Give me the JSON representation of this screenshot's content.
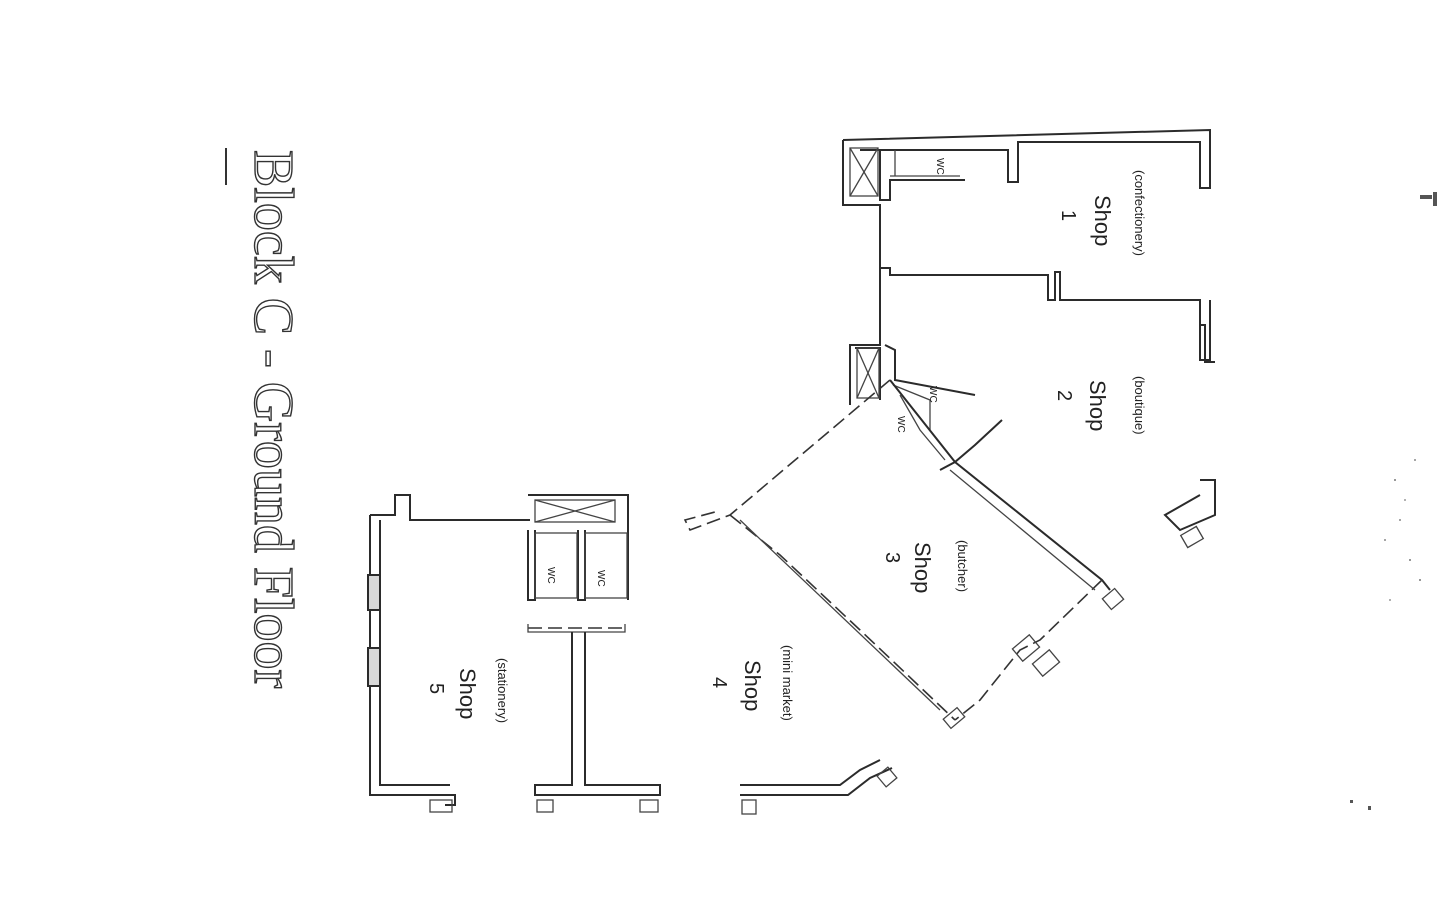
{
  "title": "Block C - Ground Floor",
  "wc_label": "WC",
  "shops": [
    {
      "name": "Shop",
      "number": "1",
      "category": "(confectionery)"
    },
    {
      "name": "Shop",
      "number": "2",
      "category": "(boutique)"
    },
    {
      "name": "Shop",
      "number": "3",
      "category": "(butcher)"
    },
    {
      "name": "Shop",
      "number": "4",
      "category": "(mini market)"
    },
    {
      "name": "Shop",
      "number": "5",
      "category": "(stationery)"
    }
  ]
}
